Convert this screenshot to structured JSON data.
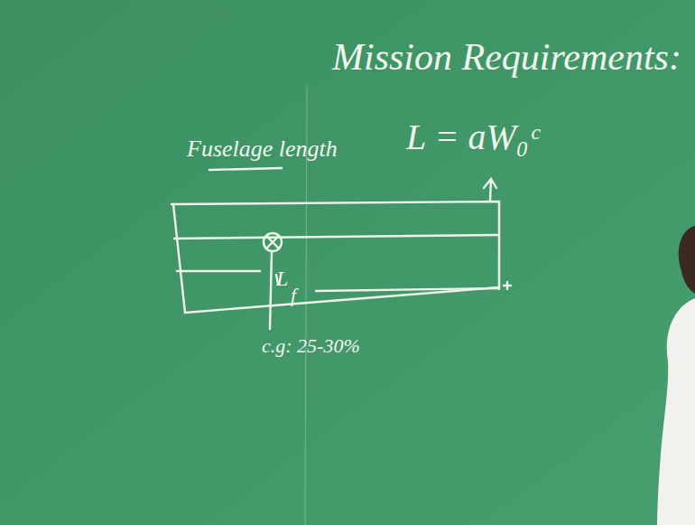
{
  "diagram": {
    "title": "Mission Requirements:",
    "labels": [
      "Fuselage length",
      "L = aW₀ᶜ",
      "L",
      "f",
      "c.g: 25-30%"
    ]
  }
}
